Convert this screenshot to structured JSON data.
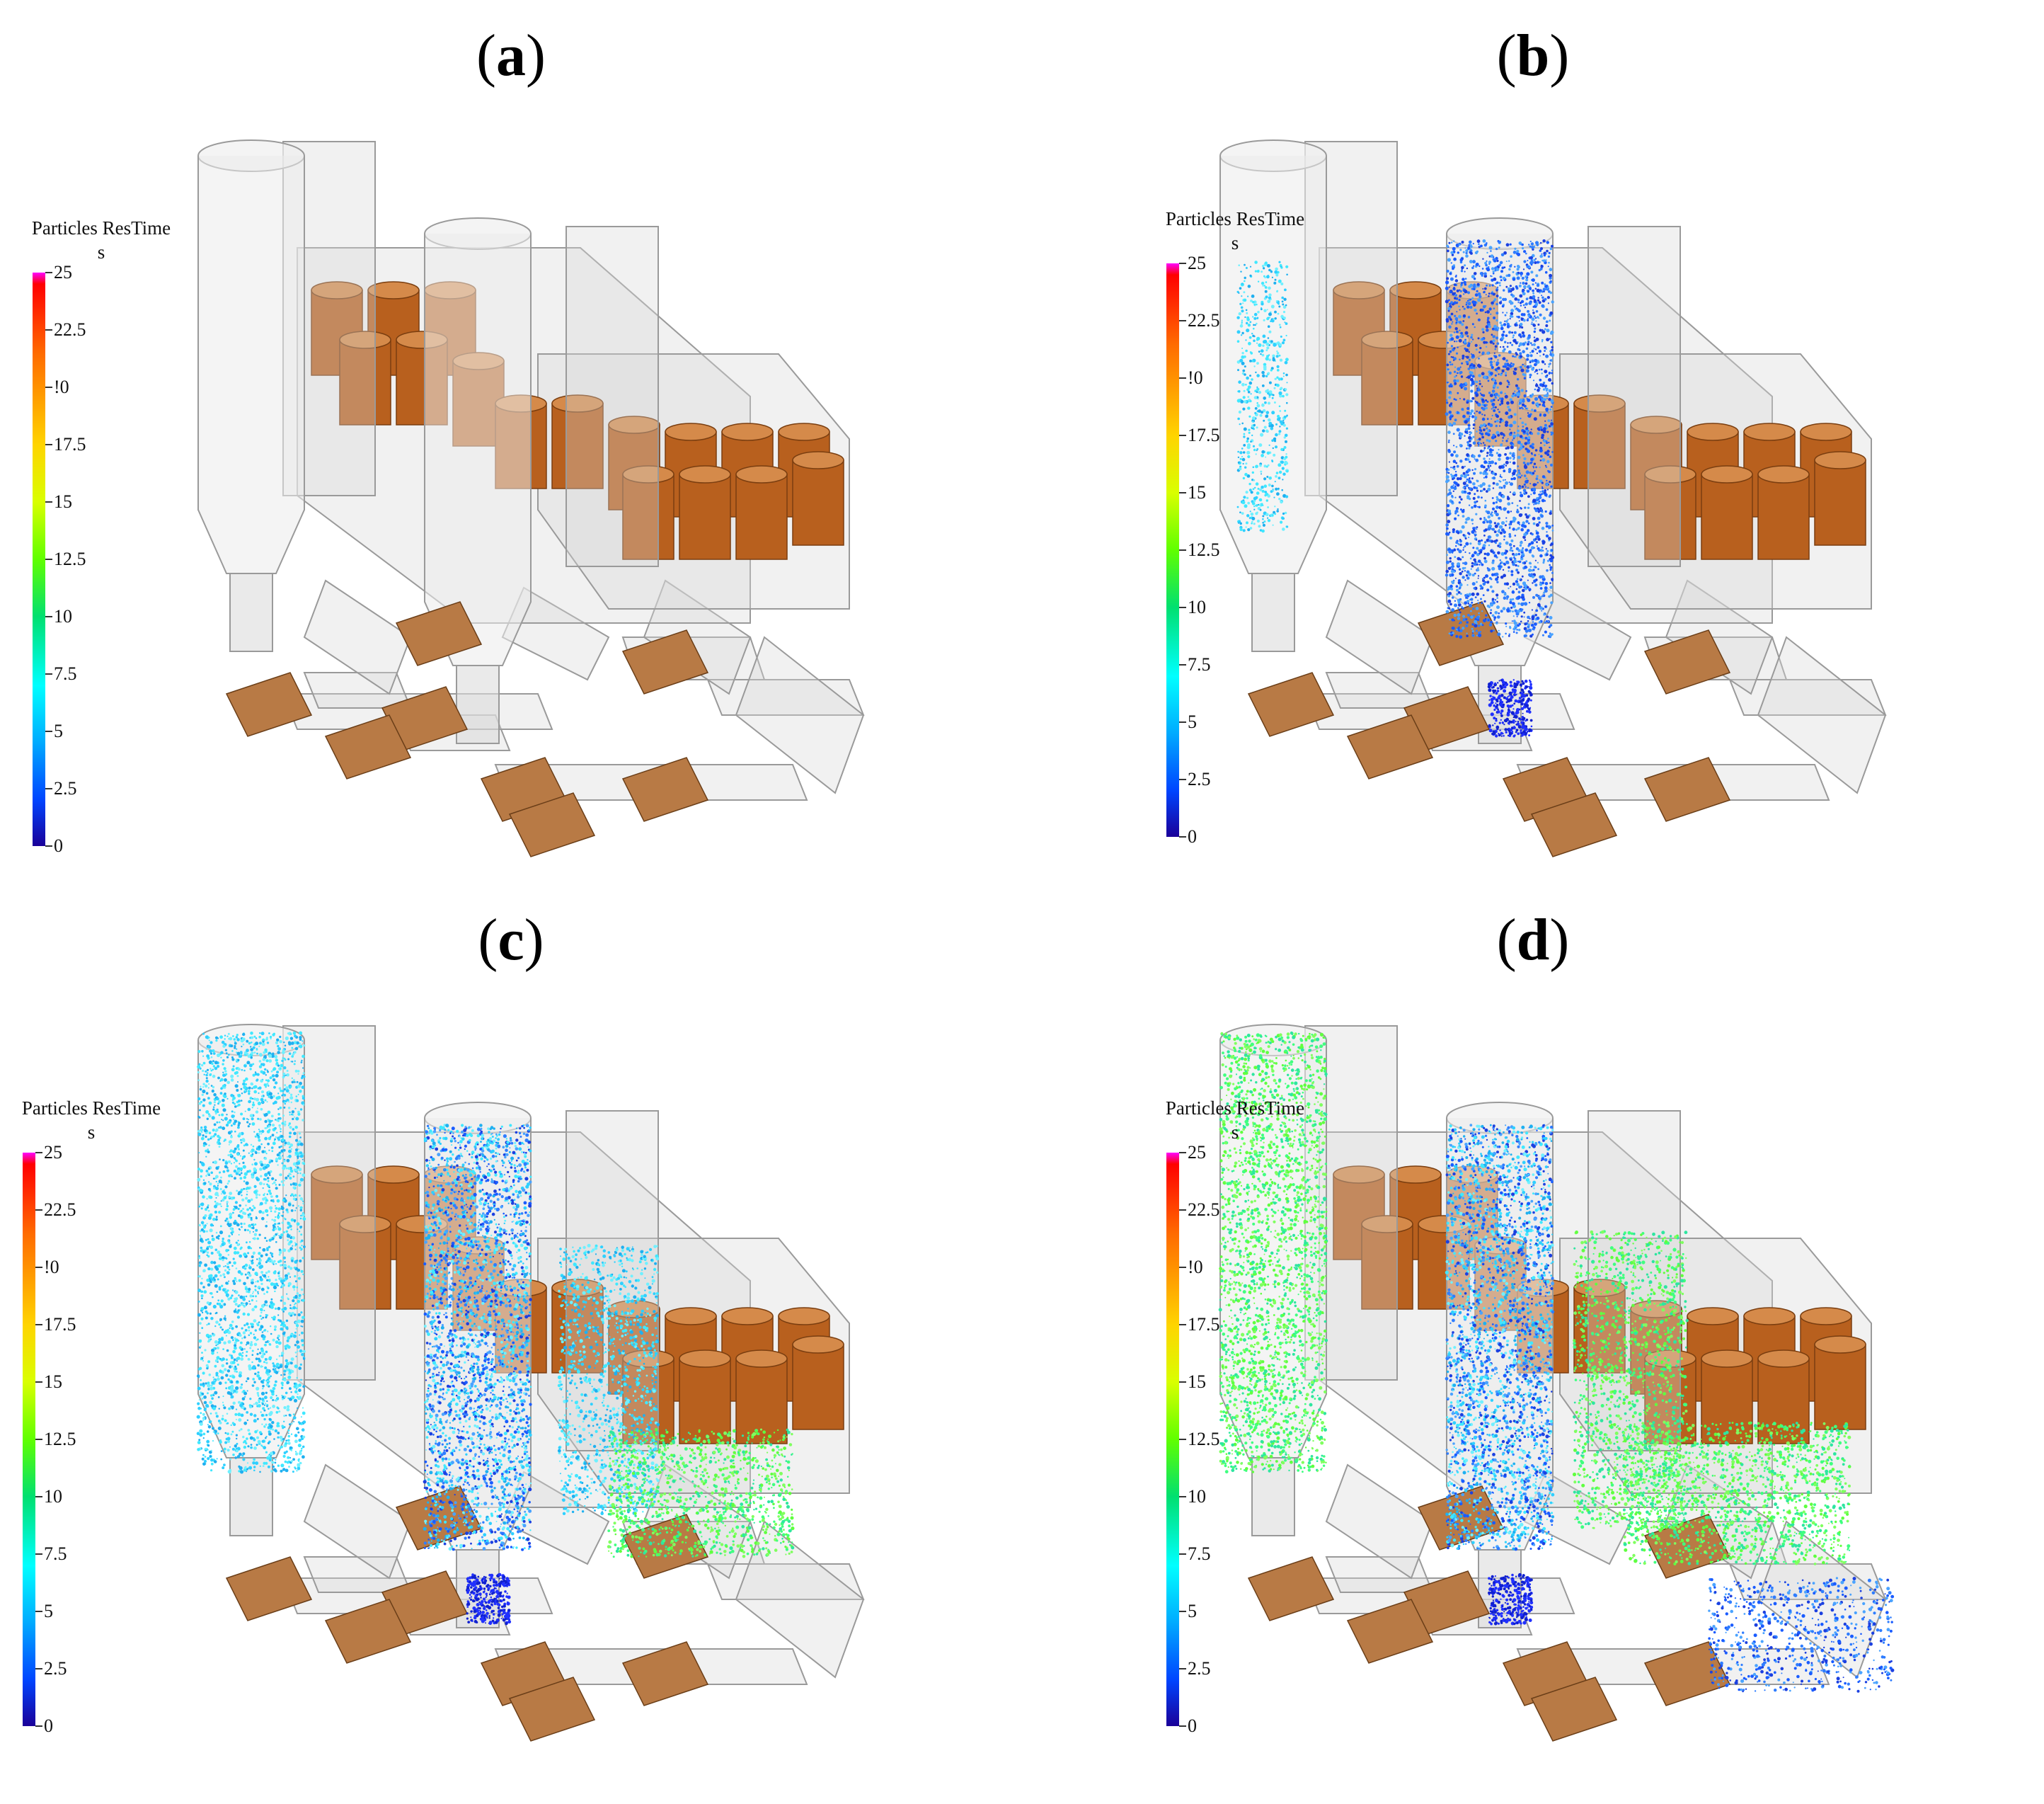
{
  "panels": [
    {
      "label": "a",
      "legend": {
        "title": "Particles ResTime",
        "unit": "s"
      },
      "particles": "none"
    },
    {
      "label": "b",
      "legend": {
        "title": "Particles ResTime",
        "unit": "s"
      },
      "particles": "early"
    },
    {
      "label": "c",
      "legend": {
        "title": "Particles ResTime",
        "unit": "s"
      },
      "particles": "mid"
    },
    {
      "label": "d",
      "legend": {
        "title": "Particles ResTime",
        "unit": "s"
      },
      "particles": "late"
    }
  ],
  "legend_ticks": [
    "25",
    "22.5",
    "!0",
    "17.5",
    "15",
    "12.5",
    "10",
    "7.5",
    "5",
    "2.5",
    "0"
  ],
  "colors": {
    "background": "#ffffff",
    "filter_bags": "#b8601e",
    "equipment_gray": "#c8c8c8",
    "colorbar": [
      "#ff00ff",
      "#ff0000",
      "#ff6a00",
      "#ffd400",
      "#60ff00",
      "#00e070",
      "#00ffff",
      "#00aaff",
      "#0044ff",
      "#1a0099"
    ]
  }
}
